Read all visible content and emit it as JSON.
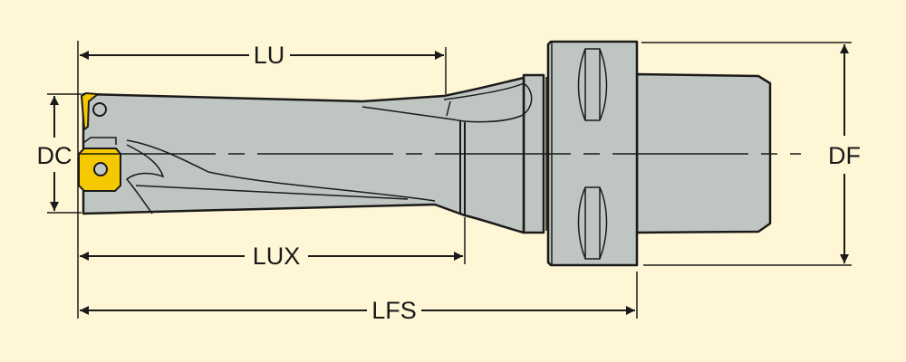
{
  "diagram": {
    "title": "Indexable drill with flanged shank",
    "dimensions": {
      "lu": "LU",
      "dc": "DC",
      "lux": "LUX",
      "lfs": "LFS",
      "df": "DF"
    },
    "colors": {
      "background": "#FFF6D5",
      "tool_body": "#BFC6C2",
      "insert": "#F5C800",
      "line": "#1a1a1a"
    }
  }
}
